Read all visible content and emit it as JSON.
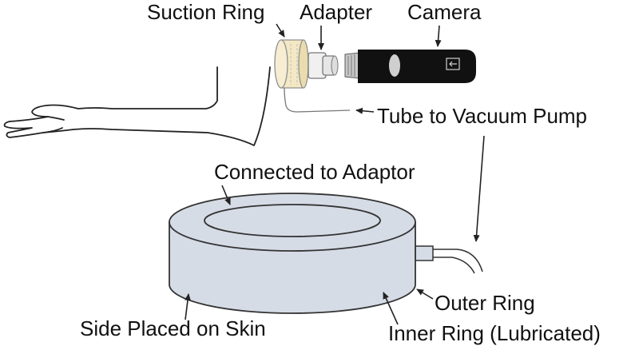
{
  "labels": {
    "suction_ring": "Suction Ring",
    "adapter": "Adapter",
    "camera": "Camera",
    "tube": "Tube to Vacuum Pump",
    "connected": "Connected to Adaptor",
    "outer_ring": "Outer Ring",
    "skin_side": "Side Placed on Skin",
    "inner_ring": "Inner Ring (Lubricated)"
  },
  "colors": {
    "ring_fill": "#d6dce6",
    "suction_ring_fill": "#f4e8c4",
    "camera_body": "#111111",
    "adapter_fill": "#f0f0f0",
    "line": "#222222"
  },
  "icons": {
    "camera_button": "arrow-in-box-icon"
  }
}
